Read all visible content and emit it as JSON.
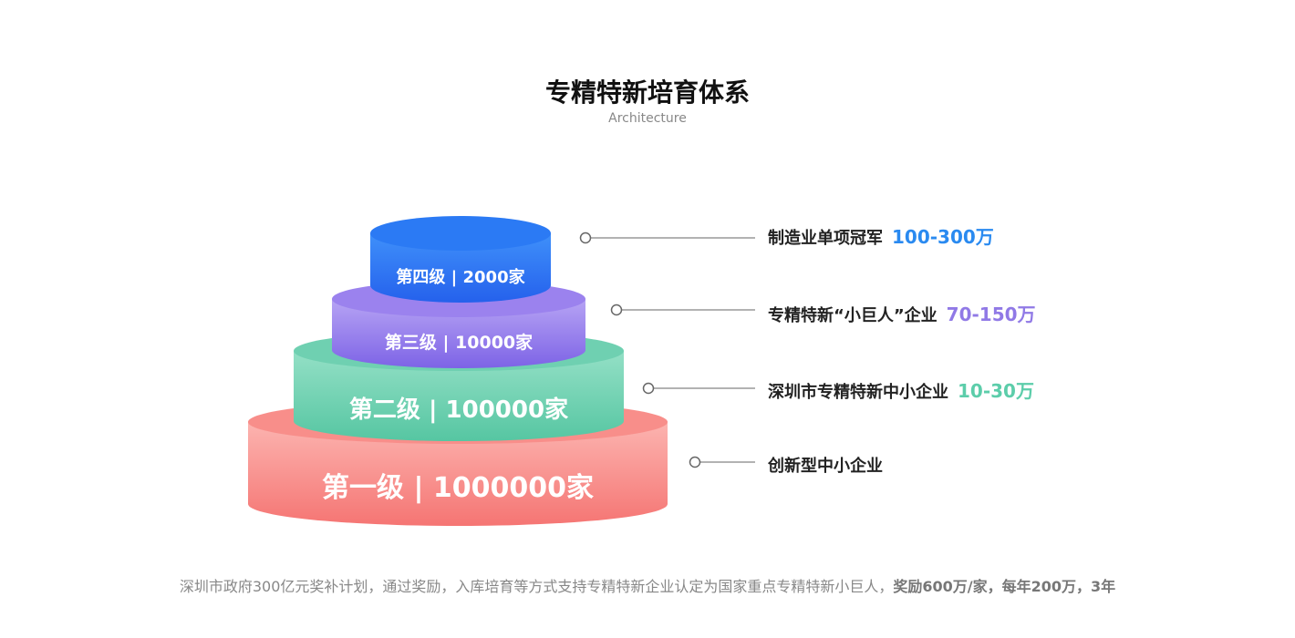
{
  "header": {
    "title": "专精特新培育体系",
    "subtitle": "Architecture"
  },
  "tiers": [
    {
      "level_label": "第一级 | 1000000家",
      "description": "创新型中小企业",
      "award": "",
      "color_top": "#fcb4b0",
      "color_bottom": "#f57573",
      "text_color": ""
    },
    {
      "level_label": "第二级 | 100000家",
      "description": "深圳市专精特新中小企业",
      "award": "10-30万",
      "color_top": "#94e0c6",
      "color_bottom": "#56c6a2",
      "text_color": "#5ccdaa"
    },
    {
      "level_label": "第三级 | 10000家",
      "description": "专精特新“小巨人”企业",
      "award": "70-150万",
      "color_top": "#b7a4f4",
      "color_bottom": "#7d63e6",
      "text_color": "#9079e6"
    },
    {
      "level_label": "第四级 | 2000家",
      "description": "制造业单项冠军",
      "award": "100-300万",
      "color_top": "#3f90fa",
      "color_bottom": "#2561ec",
      "text_color": "#2a8af0"
    }
  ],
  "footer": {
    "normal": "深圳市政府300亿元奖补计划，通过奖励，入库培育等方式支持专精特新企业认定为国家重点专精特新小巨人，",
    "bold": "奖励600万/家，每年200万，3年"
  }
}
